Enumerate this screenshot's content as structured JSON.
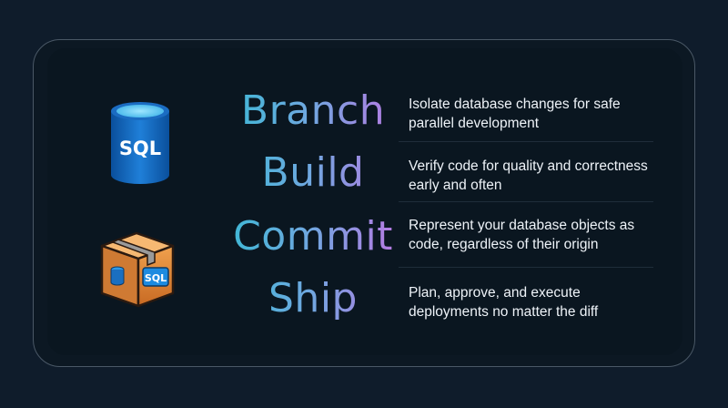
{
  "logos": {
    "sql_database_text": "SQL",
    "sql_package_text": "SQL"
  },
  "steps": [
    {
      "verb": "Branch",
      "description": "Isolate database changes for safe parallel development"
    },
    {
      "verb": "Build",
      "description": "Verify code for quality and correctness early and often"
    },
    {
      "verb": "Commit",
      "description": "Represent your database objects as code, regardless of their origin"
    },
    {
      "verb": "Ship",
      "description": "Plan, approve, and execute deployments no matter the diff"
    }
  ]
}
